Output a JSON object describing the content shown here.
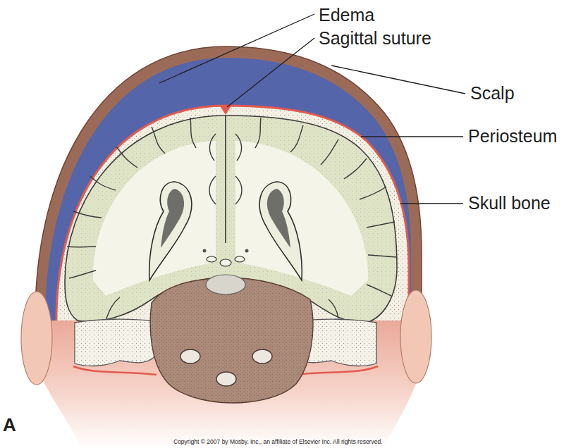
{
  "diagram": {
    "labels": [
      "Edema",
      "Sagittal suture",
      "Scalp",
      "Periosteum",
      "Skull bone",
      "A",
      "Copyright © 2007 by Mosby, Inc., an affiliate of Elsevier Inc. All rights reserved."
    ]
  }
}
